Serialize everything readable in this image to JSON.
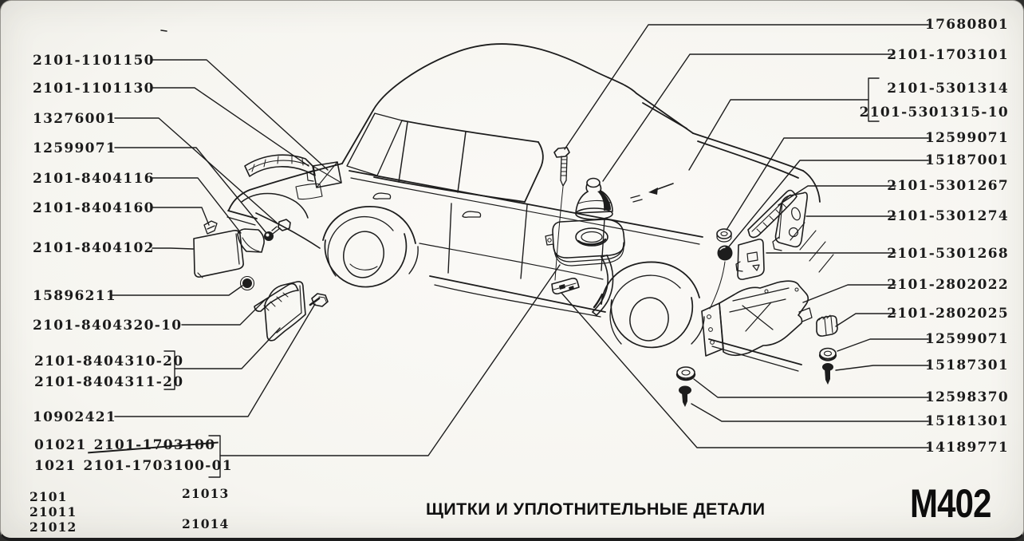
{
  "colors": {
    "ink": "#1d1d1d",
    "paper": "#f7f6f2"
  },
  "diagram": {
    "left_labels": [
      {
        "number": "2101-1101150"
      },
      {
        "number": "2101-1101130"
      },
      {
        "number": "13276001"
      },
      {
        "number": "12599071"
      },
      {
        "number": "2101-8404116"
      },
      {
        "number": "2101-8404160"
      },
      {
        "number": "2101-8404102"
      },
      {
        "number": "15896211"
      },
      {
        "number": "2101-8404320-10"
      },
      {
        "number": "2101-8404310-20"
      },
      {
        "number": "2101-8404311-20"
      },
      {
        "number": "10902421"
      },
      {
        "prefix": "01021",
        "number": "2101-1703100",
        "superseded": true
      },
      {
        "prefix": "1021",
        "number": "2101-1703100-01"
      }
    ],
    "right_labels": [
      {
        "number": "17680801"
      },
      {
        "number": "2101-1703101"
      },
      {
        "number": "2101-5301314"
      },
      {
        "number": "2101-5301315-10"
      },
      {
        "number": "12599071"
      },
      {
        "number": "15187001"
      },
      {
        "number": "2101-5301267"
      },
      {
        "number": "2101-5301274"
      },
      {
        "number": "2101-5301268"
      },
      {
        "number": "2101-2802022"
      },
      {
        "number": "2101-2802025"
      },
      {
        "number": "12599071"
      },
      {
        "number": "15187301"
      },
      {
        "number": "12598370"
      },
      {
        "number": "15181301"
      },
      {
        "number": "14189771"
      }
    ],
    "model_codes": {
      "col1": [
        "2101",
        "21011",
        "21012"
      ],
      "col2": [
        "21013",
        "21014"
      ]
    }
  },
  "footer": {
    "caption": "ЩИТКИ И УПЛОТНИТЕЛЬНЫЕ ДЕТАЛИ",
    "sheet_code": "M402"
  }
}
